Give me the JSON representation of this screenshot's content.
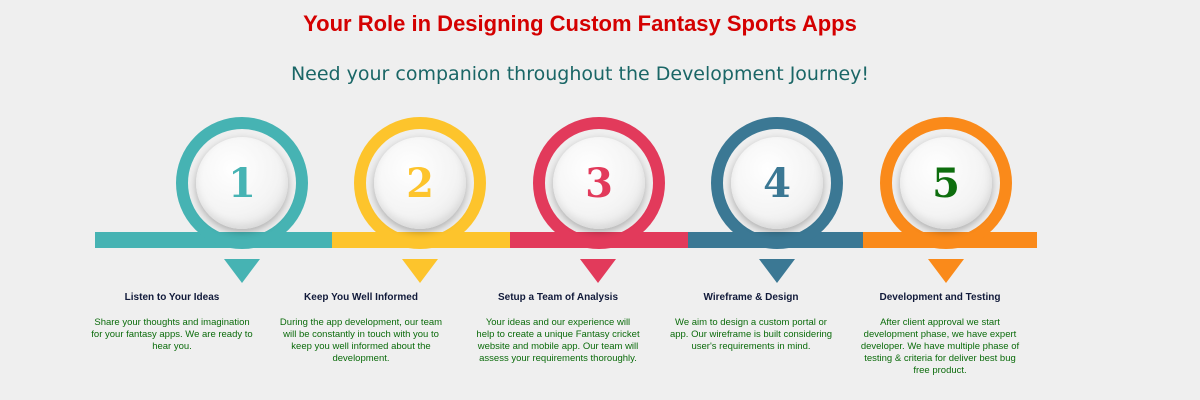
{
  "header": {
    "title": "Your Role in Designing Custom Fantasy Sports Apps",
    "subtitle": "Need your companion throughout the Development Journey!"
  },
  "colors": {
    "teal": "#46b3b3",
    "yellow": "#fdc42c",
    "red": "#e23a5b",
    "steel_blue": "#3b7894",
    "orange": "#fa8a1a",
    "title_red": "#d40000",
    "subtitle_teal": "#1a6666",
    "desc_green": "#0b6b0b"
  },
  "steps": [
    {
      "number": "1",
      "title": "Listen to Your Ideas",
      "description": "Share your thoughts and imagination for your fantasy apps. We are ready to hear you."
    },
    {
      "number": "2",
      "title": "Keep You Well Informed",
      "description": "During the app development, our team will be constantly in touch with you to keep you well informed about the development."
    },
    {
      "number": "3",
      "title": "Setup a Team of Analysis",
      "description": "Your ideas and our experience will help to create a unique Fantasy cricket website and mobile app. Our team will assess your requirements thoroughly."
    },
    {
      "number": "4",
      "title": "Wireframe & Design",
      "description": "We aim to design a custom portal or app. Our wireframe is built considering user's requirements in mind."
    },
    {
      "number": "5",
      "title": "Development and Testing",
      "description": "After client approval we start development phase, we have expert developer. We have multiple phase of testing & criteria for deliver best bug free product."
    }
  ]
}
